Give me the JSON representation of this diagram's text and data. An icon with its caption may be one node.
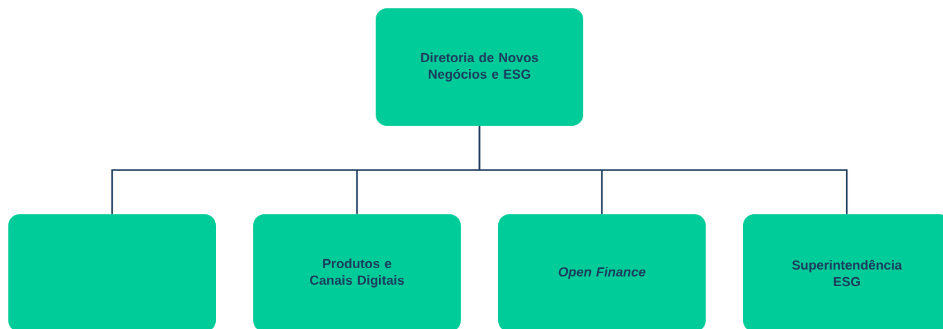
{
  "diagram": {
    "nodes": [
      {
        "text": [
          "Diretoria de Novos Negócios e ESG"
        ]
      },
      {
        "text": [],
        "shape": "box"
      },
      {
        "text": [
          "Produtos e Canais Digitais"
        ]
      },
      {
        "text": [
          "Open Finance"
        ]
      },
      {
        "text": [
          "Superintendência ESG"
        ]
      }
    ],
    "edges": [
      {
        "from": 0,
        "to": 1,
        "arrow": "none"
      },
      {
        "from": 0,
        "to": 2,
        "arrow": "none"
      },
      {
        "from": 0,
        "to": 3,
        "arrow": "none"
      },
      {
        "from": 0,
        "to": 4,
        "arrow": "none"
      }
    ]
  }
}
